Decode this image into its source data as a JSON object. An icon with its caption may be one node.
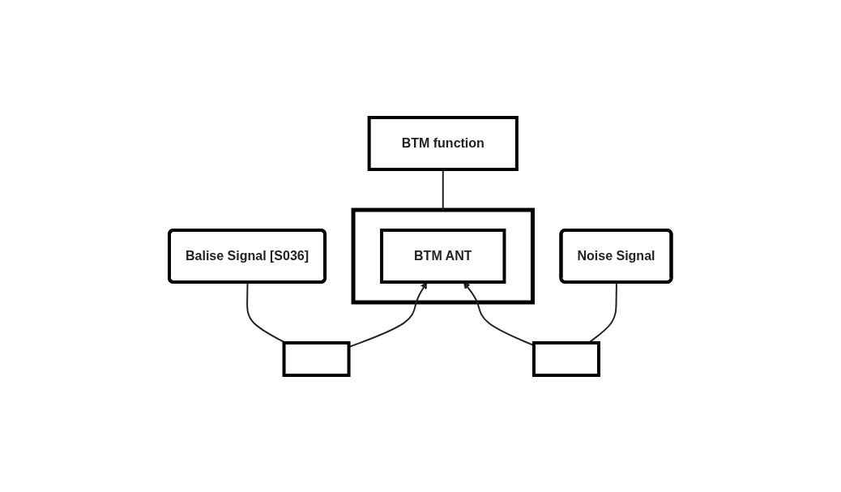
{
  "diagram": {
    "nodes": [
      {
        "text": [
          "BTM function"
        ]
      },
      {
        "text": [],
        "shape": "bracket"
      },
      {
        "text": [
          "BTM ANT"
        ],
        "in": 1
      },
      {
        "text": [
          "Balise Signal [S036]"
        ]
      },
      {
        "text": [],
        "shape": "box"
      },
      {
        "text": [],
        "shape": "box"
      },
      {
        "text": [
          "Noise Signal"
        ]
      }
    ],
    "edges": [
      {
        "from": 0,
        "to": 1,
        "arrow": "none"
      },
      {
        "from": 3,
        "to": 4,
        "arrow": "none"
      },
      {
        "from": 4,
        "to": 2,
        "arrow": "to"
      },
      {
        "from": 5,
        "to": 2,
        "arrow": "to"
      },
      {
        "from": 6,
        "to": 5,
        "arrow": "none"
      }
    ]
  }
}
